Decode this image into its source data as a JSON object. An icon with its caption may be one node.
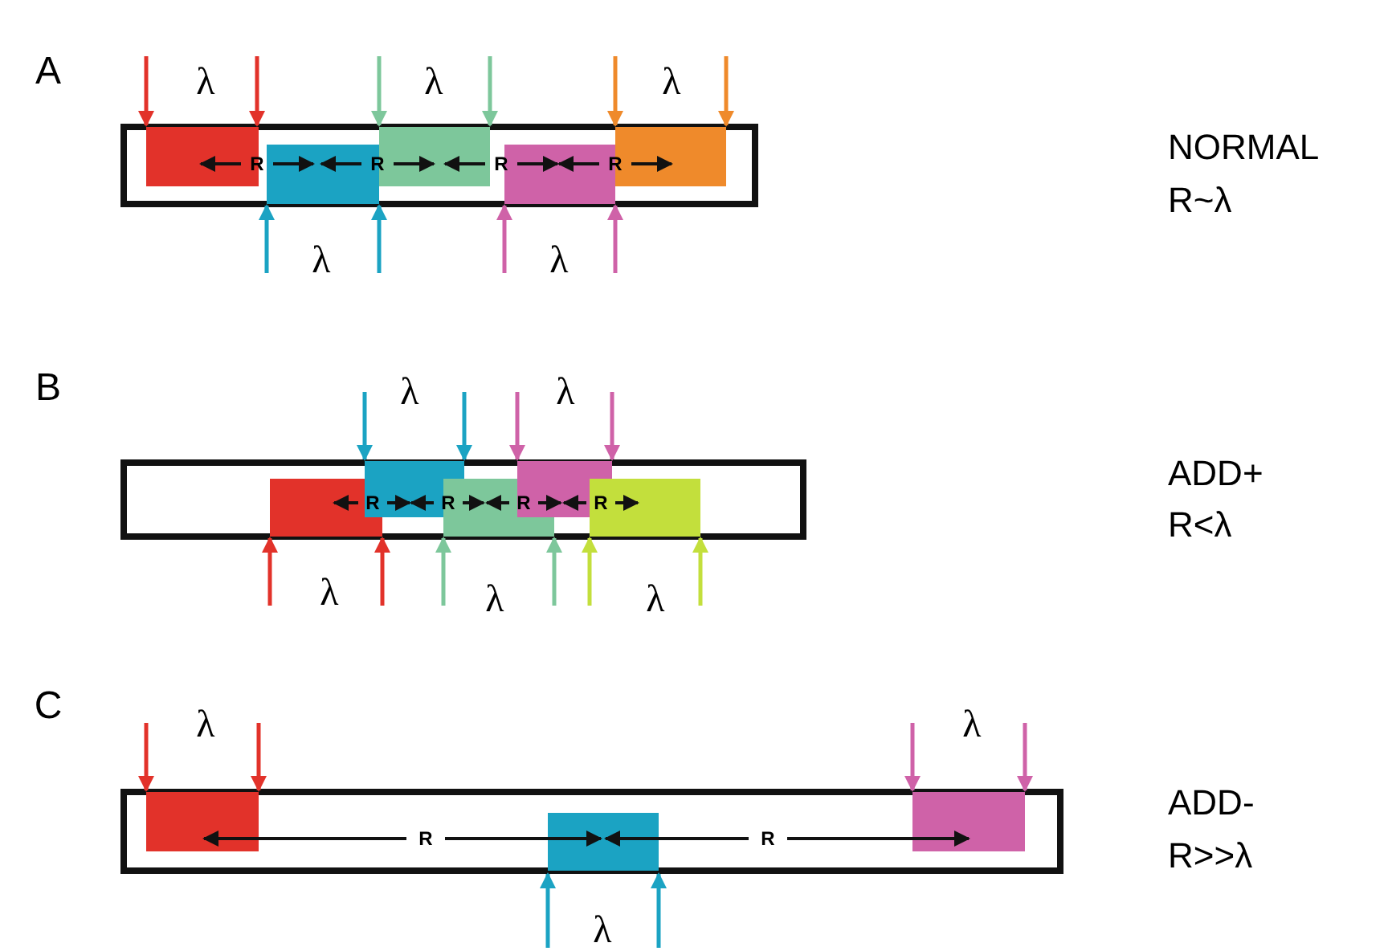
{
  "diagram": {
    "labels": [
      "A",
      "λ",
      "λ",
      "λ",
      "R",
      "R",
      "R",
      "R",
      "NORMAL",
      "R~λ",
      "λ",
      "λ",
      "B",
      "λ",
      "λ",
      "R",
      "R",
      "R",
      "R",
      "ADD+",
      "R<λ",
      "λ",
      "λ",
      "λ",
      "C",
      "λ",
      "λ",
      "R",
      "R",
      "ADD-",
      "R>>λ",
      "λ"
    ]
  }
}
